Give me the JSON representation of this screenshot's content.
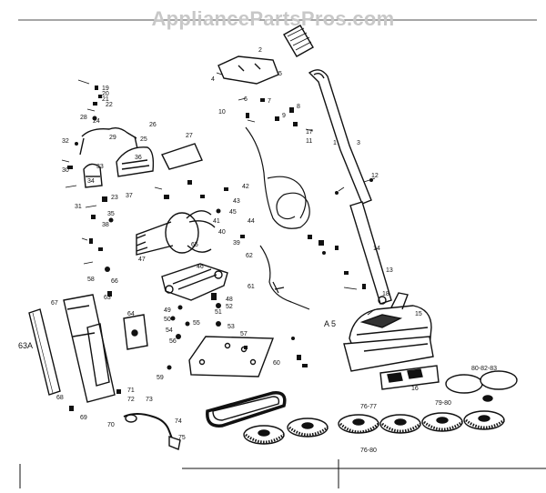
{
  "watermark": "AppliancePartsPros.com",
  "assembly_label": "A 5",
  "side_label": "63A",
  "callouts": [
    "1",
    "2",
    "3",
    "4",
    "5",
    "6",
    "7",
    "8",
    "9",
    "10",
    "11",
    "12",
    "13",
    "14",
    "15",
    "16",
    "17",
    "18",
    "19",
    "20",
    "21",
    "22",
    "23",
    "24",
    "25",
    "26",
    "27",
    "28",
    "29",
    "30",
    "31",
    "32",
    "33",
    "34",
    "35",
    "36",
    "37",
    "38",
    "39",
    "40",
    "41",
    "42",
    "43",
    "44",
    "45",
    "46",
    "47",
    "48",
    "49",
    "50",
    "51",
    "52",
    "53",
    "54",
    "55",
    "56",
    "57",
    "58",
    "59",
    "60",
    "61",
    "62",
    "63",
    "64",
    "65",
    "66",
    "67",
    "68",
    "69",
    "70",
    "71",
    "72",
    "73",
    "74",
    "75",
    "76-80",
    "76-77",
    "79-80",
    "80-82-83"
  ],
  "colors": {
    "ink": "#111111",
    "paper": "#ffffff",
    "watermark": "#c8c8c8"
  }
}
